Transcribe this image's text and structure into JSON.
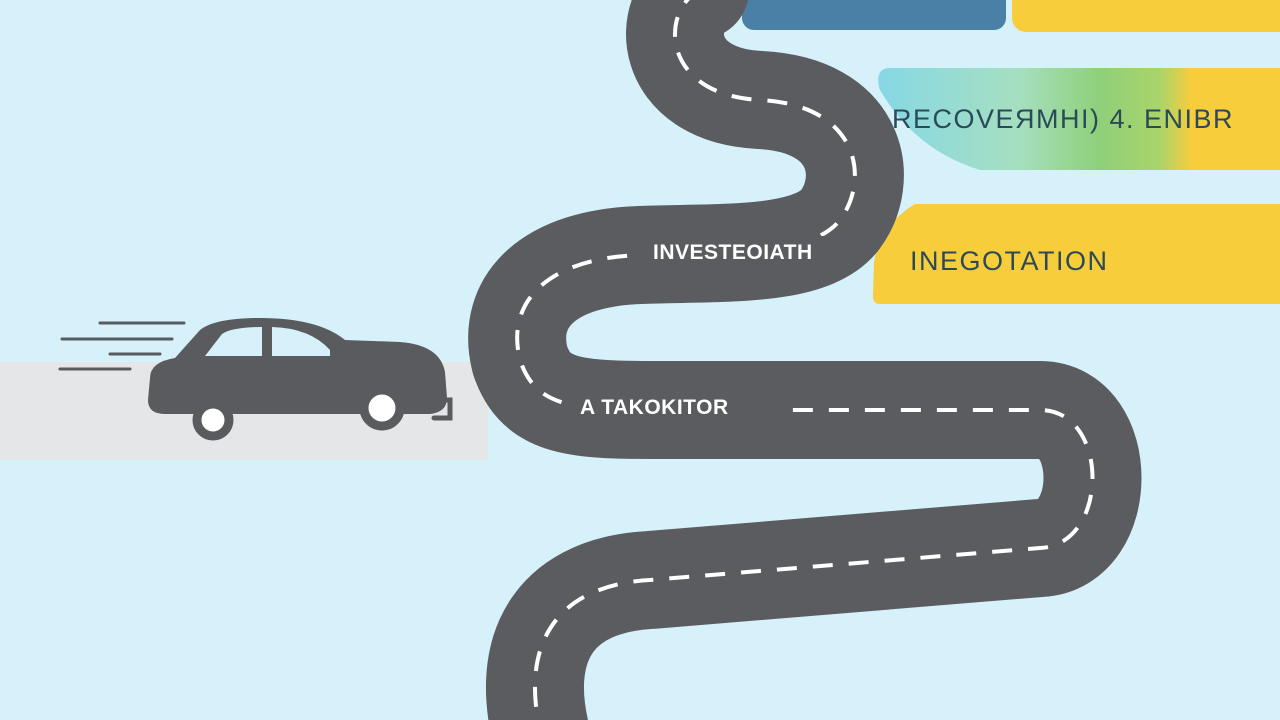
{
  "labels": {
    "recovery_banner": "RECOVEЯMHI) 4. ENIBR",
    "negotiation_banner": "INEGOTATION",
    "investigation_road": "INVESTEOIATH",
    "takeover_road": "A TAKOKITOR"
  },
  "icons": {
    "vehicle": "car-icon",
    "motion": "speed-lines-icon",
    "path": "winding-road"
  },
  "colors": {
    "background": "#d6f1fa",
    "road": "#5b5c5f",
    "lane_marking": "#ffffff",
    "banner_yellow": "#f8cd3c",
    "banner_blue": "#4a7fa6",
    "banner_green": "#8fd07a",
    "banner_cyan": "#86d8e6",
    "car": "#595b5e",
    "car_shadow": "#e4e6e7"
  }
}
